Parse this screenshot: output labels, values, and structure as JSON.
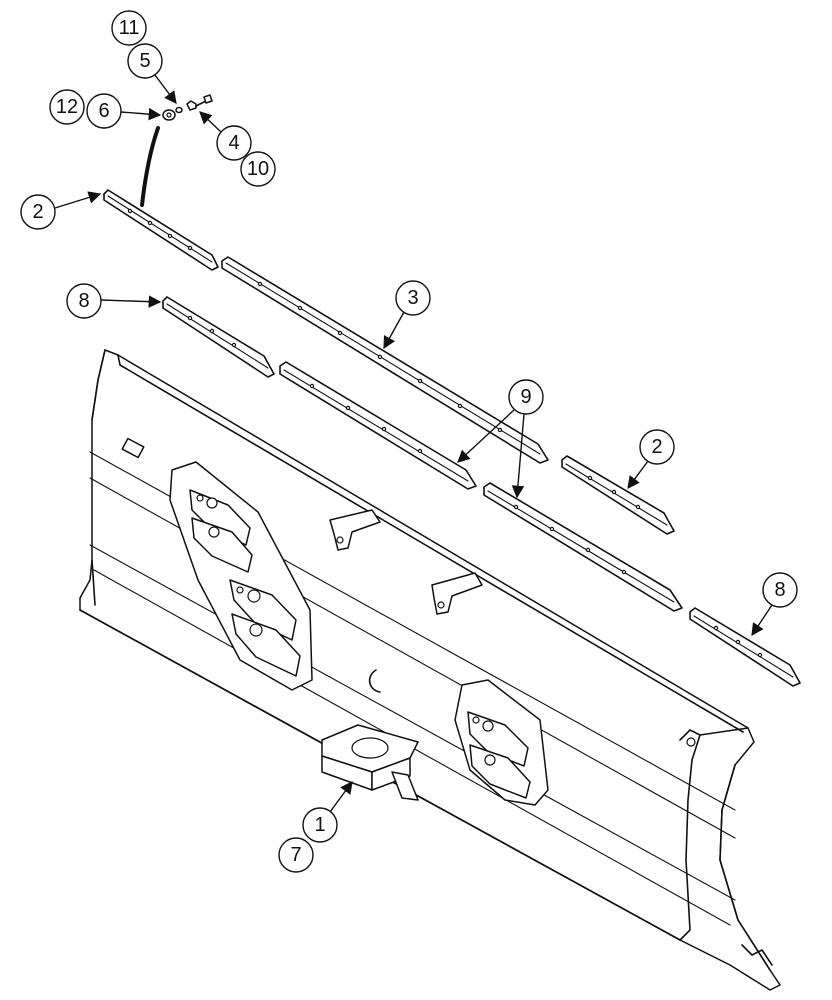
{
  "callouts": {
    "c11": "11",
    "c5": "5",
    "c12": "12",
    "c6": "6",
    "c4": "4",
    "c10": "10",
    "c2_top": "2",
    "c3": "3",
    "c8_left": "8",
    "c9": "9",
    "c2_right": "2",
    "c8_right": "8",
    "c1": "1",
    "c7": "7"
  }
}
